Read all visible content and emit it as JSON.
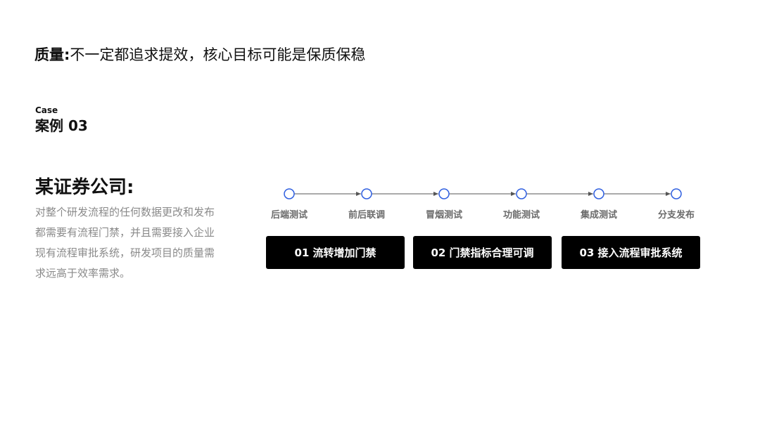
{
  "headline": {
    "label": "质量:",
    "text": "不一定都追求提效，核心目标可能是保质保稳"
  },
  "case": {
    "en": "Case",
    "cn": "案例 03"
  },
  "company": {
    "title": "某证券公司:",
    "description": "对整个研发流程的任何数据更改和发布都需要有流程门禁，并且需要接入企业现有流程审批系统，研发项目的质量需求远高于效率需求。"
  },
  "flow": {
    "accent_color": "#2f5fe0",
    "line_color": "#555555",
    "stages": [
      "后端测试",
      "前后联调",
      "冒烟测试",
      "功能测试",
      "集成测试",
      "分支发布"
    ]
  },
  "cards": [
    {
      "label": "01 流转增加门禁"
    },
    {
      "label": "02 门禁指标合理可调"
    },
    {
      "label": "03 接入流程审批系统"
    }
  ]
}
